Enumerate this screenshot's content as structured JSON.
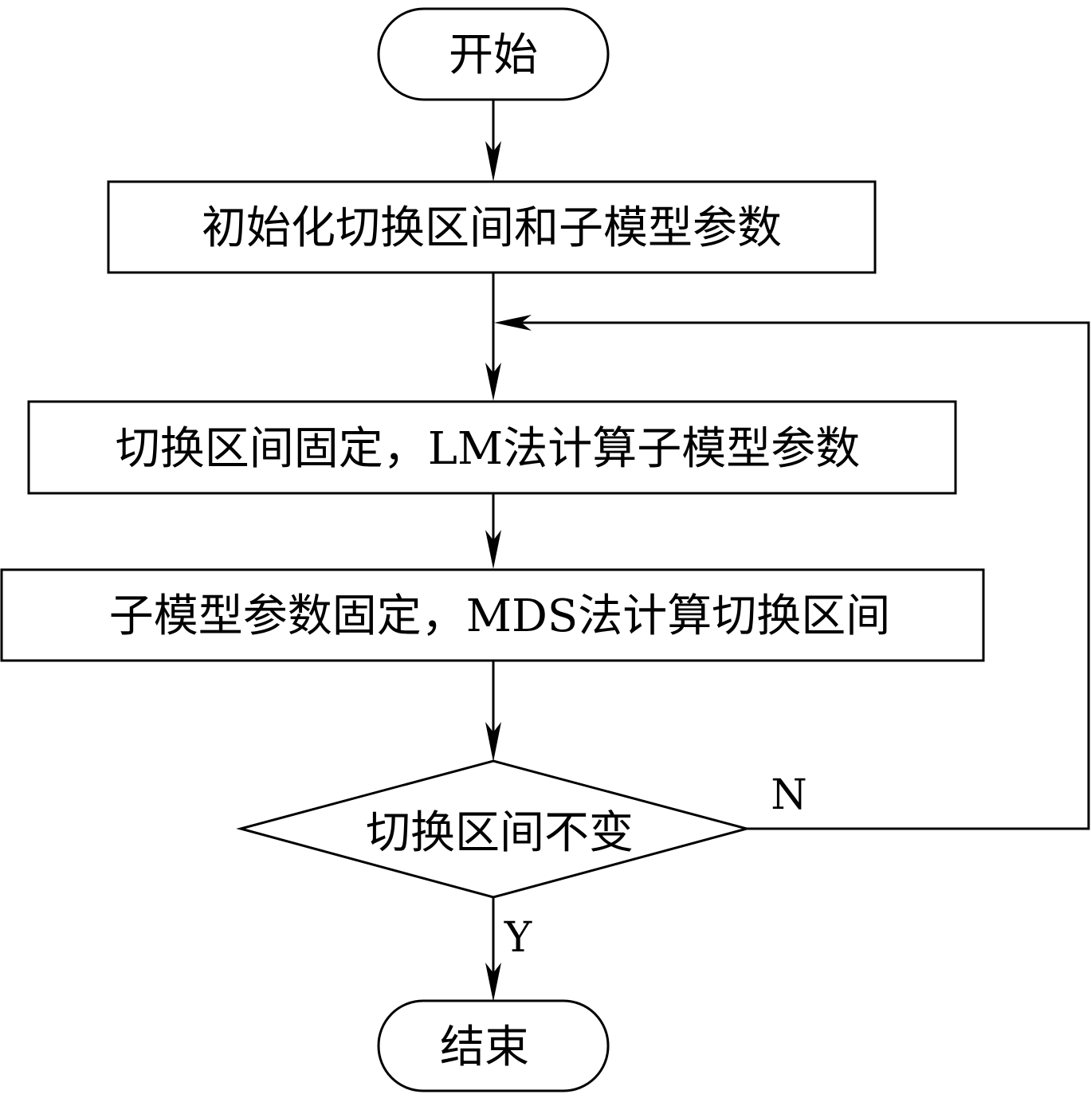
{
  "diagram": {
    "type": "flowchart",
    "nodes": {
      "start": {
        "kind": "terminal",
        "label": "开始"
      },
      "init": {
        "kind": "process",
        "label": "初始化切换区间和子模型参数"
      },
      "lm_step": {
        "kind": "process",
        "label": "切换区间固定，LM法计算子模型参数"
      },
      "mds_step": {
        "kind": "process",
        "label": "子模型参数固定，MDS法计算切换区间"
      },
      "check": {
        "kind": "decision",
        "label": "切换区间不变"
      },
      "end": {
        "kind": "terminal",
        "label": "结束"
      }
    },
    "edges": [
      {
        "from": "start",
        "to": "init",
        "label": ""
      },
      {
        "from": "init",
        "to": "lm_step",
        "label": ""
      },
      {
        "from": "lm_step",
        "to": "mds_step",
        "label": ""
      },
      {
        "from": "mds_step",
        "to": "check",
        "label": ""
      },
      {
        "from": "check",
        "to": "lm_step",
        "label": "N"
      },
      {
        "from": "check",
        "to": "end",
        "label": "Y"
      }
    ],
    "branch_labels": {
      "no": "N",
      "yes": "Y"
    },
    "colors": {
      "stroke": "#000000",
      "background": "#ffffff"
    }
  }
}
